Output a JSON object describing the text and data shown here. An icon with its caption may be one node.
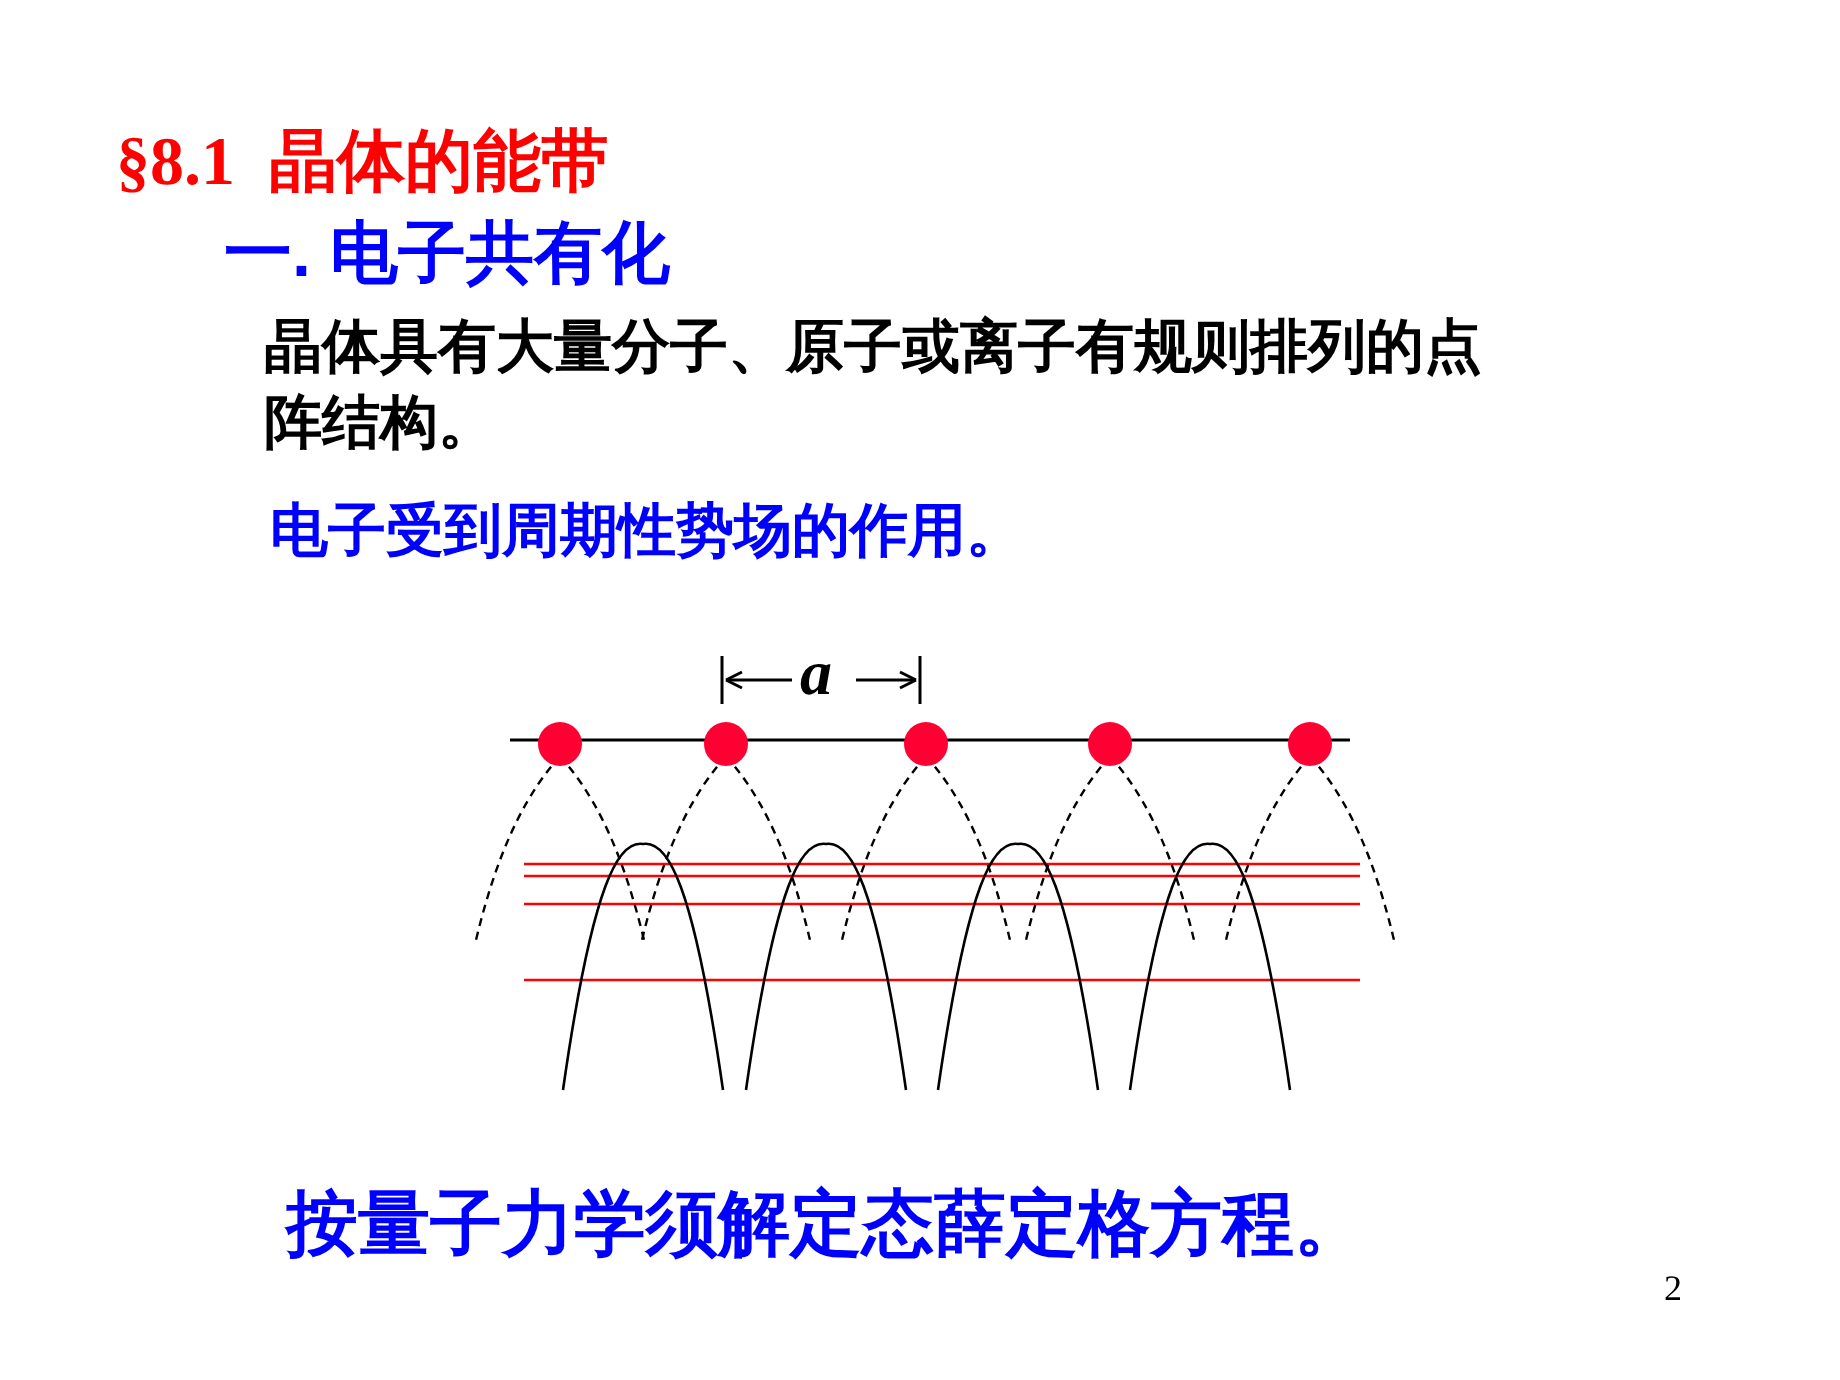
{
  "diagram": {
    "title": "§8.1  晶体的能带",
    "labels": [
      "一. 电子共有化",
      "晶体具有大量分子、原子或离子有规则排列的点阵结构。",
      "电子受到周期性势场的作用。",
      "a",
      "按量子力学须解定态薛定格方程。",
      "2"
    ]
  }
}
